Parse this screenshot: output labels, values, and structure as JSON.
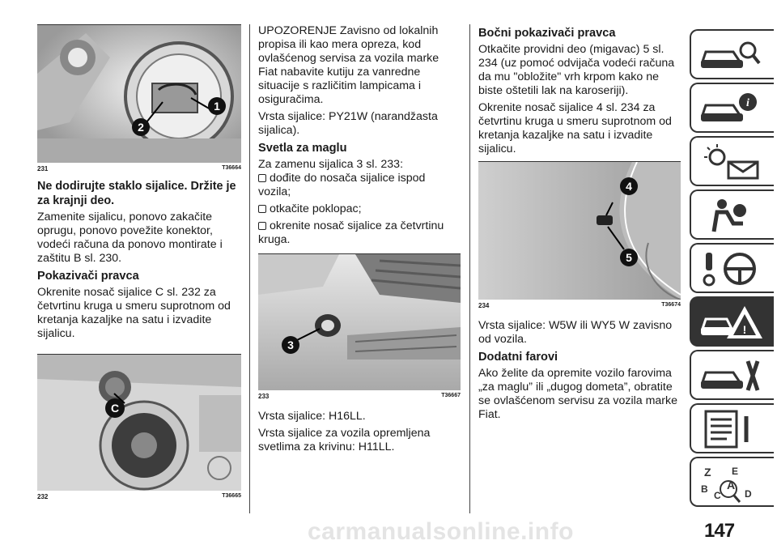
{
  "col1": {
    "fig231": {
      "num": "231",
      "code": "T36664",
      "callouts": [
        "1",
        "2"
      ]
    },
    "warning_heading": "Ne dodirujte staklo sijalice. Držite je za krajnji deo.",
    "para1": "Zamenite sijalicu, ponovo zakačite oprugu, ponovo povežite konektor, vodeći računa da ponovo montirate i zaštitu B sl. 230.",
    "heading_turn": "Pokazivači pravca",
    "para2": "Okrenite nosač sijalice C sl. 232 za četvrtinu kruga u smeru suprotnom od kretanja kazaljke na satu i izvadite sijalicu.",
    "fig232": {
      "num": "232",
      "code": "T36665",
      "callouts": [
        "C"
      ]
    }
  },
  "col2": {
    "warning": "UPOZORENJE Zavisno od lokalnih propisa ili kao mera opreza, kod ovlašćenog servisa za vozila marke Fiat nabavite kutiju za vanredne situacije s različitim lampicama i osiguračima.",
    "bulb_type": "Vrsta sijalice: PY21W (narandžasta sijalica).",
    "heading_fog": "Svetla za maglu",
    "intro": "Za zamenu sijalica 3 sl. 233:",
    "steps": [
      {
        "a": "dođite do nosača sijalice ispod",
        "b": "vozila;"
      },
      {
        "a": "otkačite poklopac;"
      },
      {
        "a": "okrenite nosač sijalice za četvrtinu",
        "b": "kruga."
      }
    ],
    "fig233": {
      "num": "233",
      "code": "T36667",
      "callouts": [
        "3"
      ]
    },
    "bulb_fog": "Vrsta sijalice: H16LL.",
    "bulb_fog2": "Vrsta sijalice za vozila opremljena svetlima za krivinu: H11LL."
  },
  "col3": {
    "heading_side": "Bočni pokazivači pravca",
    "para1": "Otkačite providni deo (migavac) 5 sl. 234 (uz pomoć odvijača vodeći računa da mu \"obložite\" vrh krpom kako ne biste oštetili lak na karoseriji).",
    "para2": "Okrenite nosač sijalice 4 sl. 234 za četvrtinu kruga u smeru suprotnom od kretanja kazaljke na satu i izvadite sijalicu.",
    "fig234": {
      "num": "234",
      "code": "T36674",
      "callouts": [
        "4",
        "5"
      ]
    },
    "bulb_side": "Vrsta sijalice: W5W ili WY5 W zavisno od vozila.",
    "heading_extra": "Dodatni farovi",
    "para3": "Ako želite da opremite vozilo farovima „za maglu” ili „dugog dometa”, obratite se ovlašćenom servisu za vozila marke Fiat."
  },
  "tabs": [
    {
      "icon": "car-search-icon",
      "active": false
    },
    {
      "icon": "car-info-icon",
      "active": false
    },
    {
      "icon": "warning-lights-mail-icon",
      "active": false
    },
    {
      "icon": "airbag-seat-icon",
      "active": false
    },
    {
      "icon": "key-steering-wheel-icon",
      "active": false
    },
    {
      "icon": "car-warning-triangle-icon",
      "active": true
    },
    {
      "icon": "car-tools-icon",
      "active": false
    },
    {
      "icon": "checklist-icon",
      "active": false
    },
    {
      "icon": "alphabet-index-icon",
      "active": false,
      "letters": [
        "Z",
        "E",
        "A",
        "B",
        "C",
        "D"
      ]
    }
  ],
  "page_number": "147",
  "watermark": "carmanualsonline.info"
}
